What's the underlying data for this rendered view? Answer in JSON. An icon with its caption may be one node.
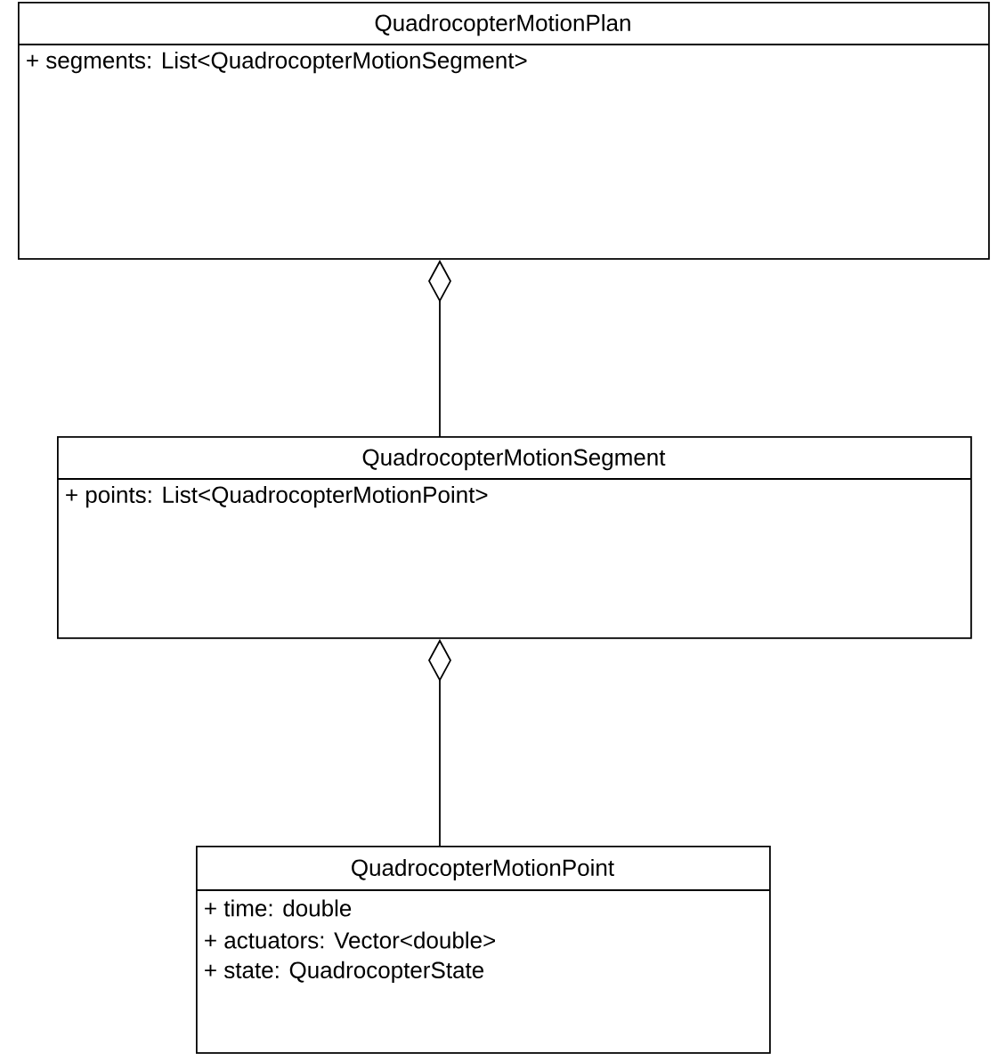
{
  "diagram": {
    "nodes": [
      {
        "text": [
          "QuadrocopterMotionPlan",
          "+ segments: List<QuadrocopterMotionSegment>"
        ]
      },
      {
        "text": [
          "QuadrocopterMotionSegment",
          "+ points: List<QuadrocopterMotionPoint>"
        ]
      },
      {
        "text": [
          "QuadrocopterMotionPoint",
          "+ time: double",
          "+ actuators: Vector<double>",
          "+ state: QuadrocopterState"
        ]
      }
    ],
    "edges": [
      {
        "from": 0,
        "to": 1,
        "arrow": "other"
      },
      {
        "from": 1,
        "to": 2,
        "arrow": "other"
      }
    ]
  }
}
